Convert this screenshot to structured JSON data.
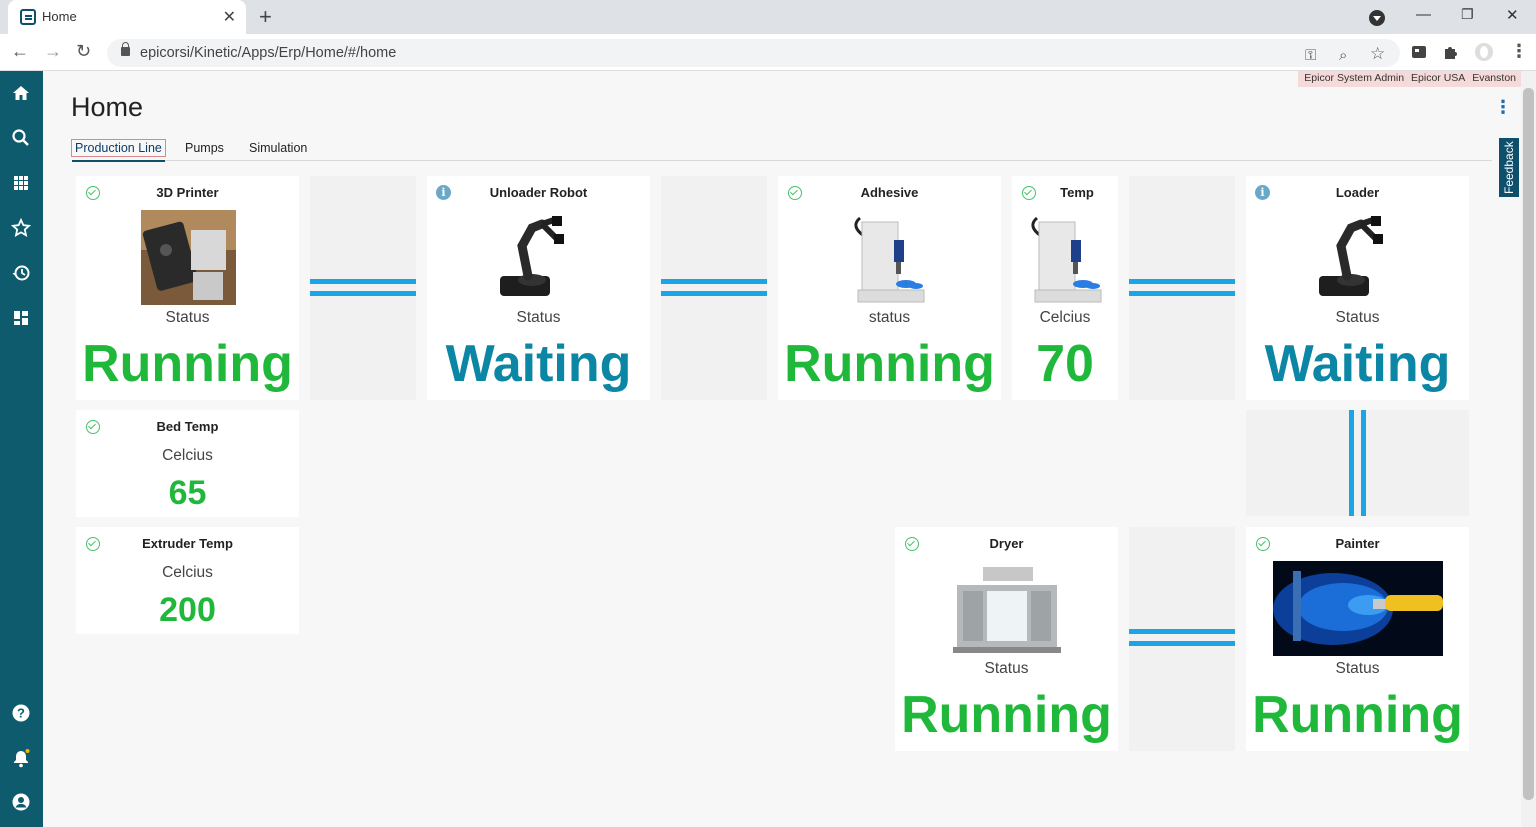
{
  "browser": {
    "tab_title": "Home",
    "url": "epicorsi/Kinetic/Apps/Erp/Home/#/home"
  },
  "user": {
    "name": "Epicor System Admin",
    "company": "Epicor USA",
    "site": "Evanston"
  },
  "page": {
    "title": "Home",
    "feedback_label": "Feedback",
    "tabs": [
      {
        "label": "Production Line",
        "active": true
      },
      {
        "label": "Pumps",
        "active": false
      },
      {
        "label": "Simulation",
        "active": false
      }
    ]
  },
  "cards": {
    "printer": {
      "title": "3D Printer",
      "label": "Status",
      "value": "Running",
      "status_icon": "check-circle-icon",
      "image": "3d-printer-photo"
    },
    "unloader": {
      "title": "Unloader Robot",
      "label": "Status",
      "value": "Waiting",
      "status_icon": "info-icon",
      "image": "robot-arm-photo"
    },
    "adhesive": {
      "title": "Adhesive",
      "label": "status",
      "value": "Running",
      "status_icon": "check-circle-icon",
      "image": "dispenser-machine-photo"
    },
    "temp": {
      "title": "Temp",
      "label": "Celcius",
      "value": "70",
      "status_icon": "check-circle-icon",
      "image": "dispenser-machine-photo"
    },
    "loader": {
      "title": "Loader",
      "label": "Status",
      "value": "Waiting",
      "status_icon": "info-icon",
      "image": "robot-arm-photo"
    },
    "bed_temp": {
      "title": "Bed Temp",
      "label": "Celcius",
      "value": "65",
      "status_icon": "check-circle-icon"
    },
    "extruder_temp": {
      "title": "Extruder Temp",
      "label": "Celcius",
      "value": "200",
      "status_icon": "check-circle-icon"
    },
    "dryer": {
      "title": "Dryer",
      "label": "Status",
      "value": "Running",
      "status_icon": "check-circle-icon",
      "image": "dryer-booth-photo"
    },
    "painter": {
      "title": "Painter",
      "label": "Status",
      "value": "Running",
      "status_icon": "check-circle-icon",
      "image": "spray-gun-photo"
    }
  },
  "colors": {
    "running": "#1fb83a",
    "waiting": "#0b86a4",
    "connector": "#1aa6e6",
    "sidebar": "#0e5b6e"
  }
}
